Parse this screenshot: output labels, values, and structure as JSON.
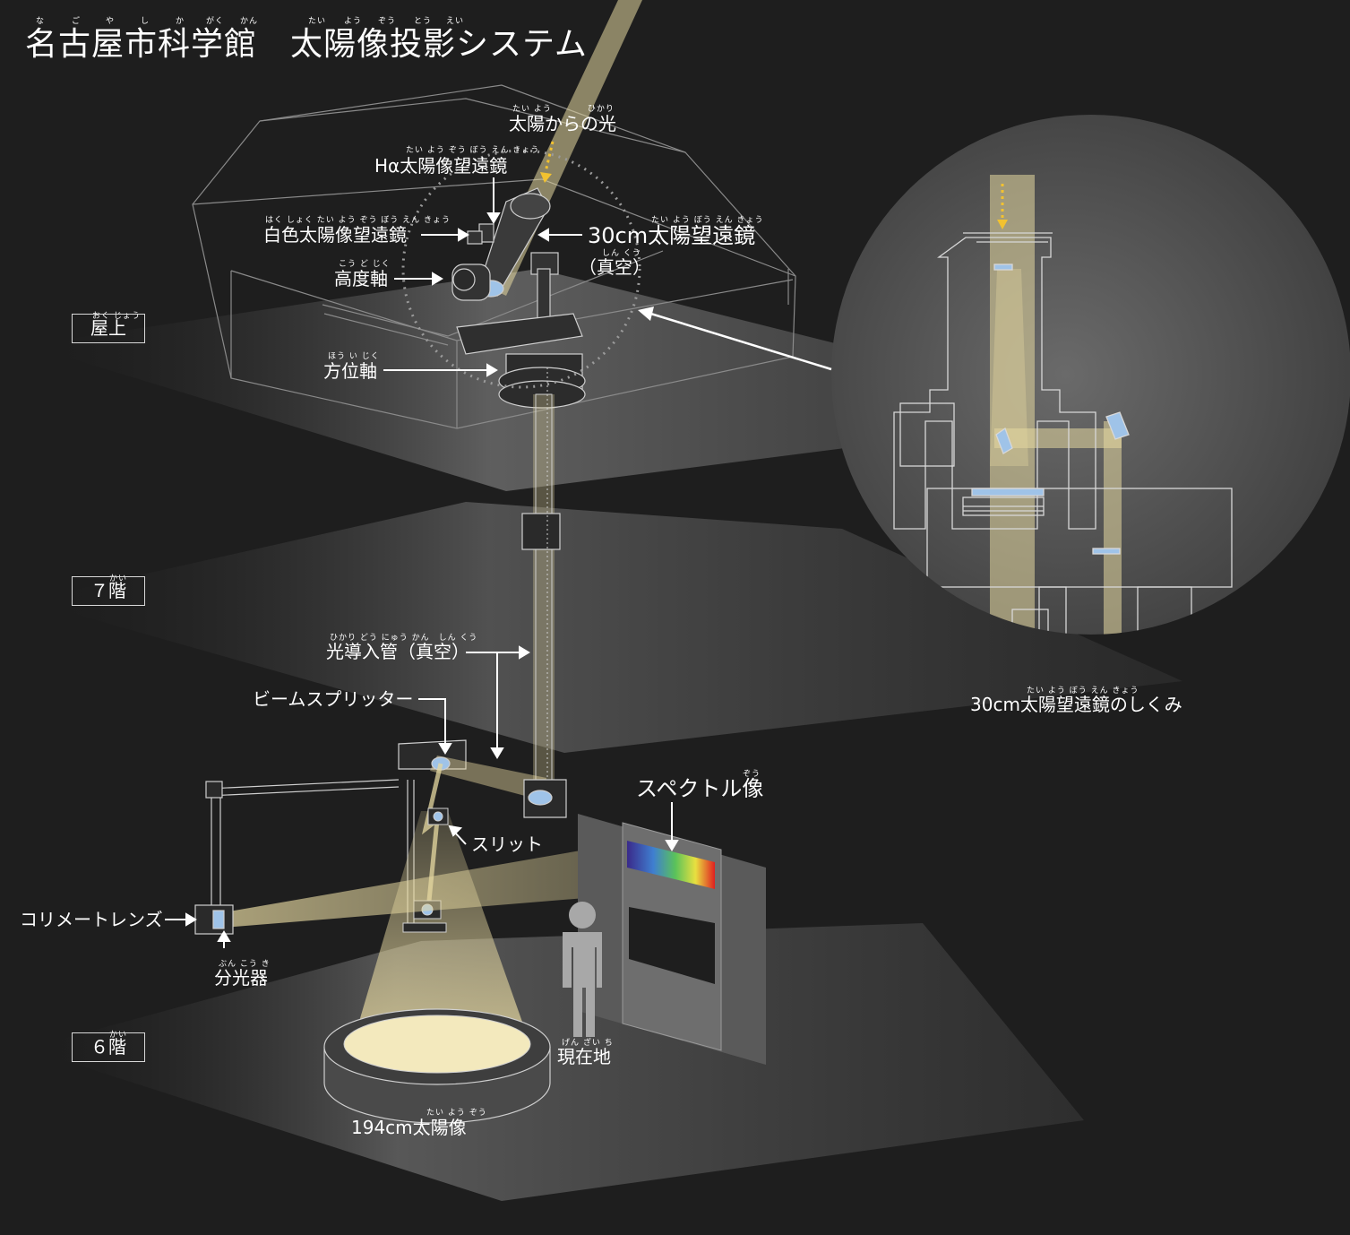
{
  "title": {
    "main": "名古屋市科学館　太陽像投影システム",
    "ruby": [
      "な",
      "ご",
      "や",
      "し",
      "か",
      "がく",
      "かん",
      "たい",
      "よう",
      "ぞう",
      "とう",
      "えい"
    ]
  },
  "floors": {
    "rooftop": {
      "label": "屋上",
      "ruby": "おく じょう"
    },
    "seventh": {
      "label": "７階",
      "ruby": "かい"
    },
    "sixth": {
      "label": "６階",
      "ruby": "かい"
    }
  },
  "labels": {
    "sunlight": {
      "text": "太陽からの光",
      "ruby": "たい よう　　　　ひかり"
    },
    "halpha": {
      "text": "Hα太陽像望遠鏡",
      "ruby": "たい よう ぞう ぼう えん きょう"
    },
    "white": {
      "text": "白色太陽像望遠鏡",
      "ruby": "はく しょく たい よう ぞう ぼう えん きょう"
    },
    "scope30": {
      "text": "30cm太陽望遠鏡",
      "ruby": "たい よう ぼう えん きょう"
    },
    "vacuum": {
      "text": "（真空）",
      "ruby": "しん くう"
    },
    "altitude": {
      "text": "高度軸",
      "ruby": "こう ど じく"
    },
    "azimuth": {
      "text": "方位軸",
      "ruby": "ほう い じく"
    },
    "lightpipe": {
      "text": "光導入管（真空）",
      "ruby": "ひかり どう にゅう かん　しん くう"
    },
    "beamsplitter": {
      "text": "ビームスプリッター"
    },
    "spectrum": {
      "text": "スペクトル像",
      "ruby": "ぞう"
    },
    "slit": {
      "text": "スリット"
    },
    "collimator": {
      "text": "コリメートレンズ"
    },
    "spectrograph": {
      "text": "分光器",
      "ruby": "ぶん こう き"
    },
    "here": {
      "text": "現在地",
      "ruby": "げん ざい ち"
    },
    "sunimage": {
      "text": "194cm太陽像",
      "ruby": "たい よう ぞう"
    },
    "mechanism": {
      "text": "30cm太陽望遠鏡のしくみ",
      "ruby": "たい よう ぼう えん きょう"
    }
  },
  "colors": {
    "background": "#1e1e1e",
    "floor": "#5a5a5a",
    "beam": "#e6d8a0",
    "arrow_dotted": "#f2c230",
    "line": "#d8d8d8",
    "spectrum_colors": [
      "#3a2a8a",
      "#3f7fd0",
      "#5ac25a",
      "#e8e040",
      "#e02020"
    ]
  }
}
